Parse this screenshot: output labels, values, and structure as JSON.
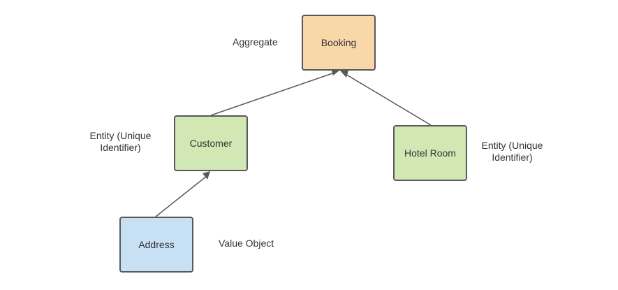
{
  "nodes": {
    "booking": {
      "label": "Booking",
      "fill": "#F8D7A8"
    },
    "customer": {
      "label": "Customer",
      "fill": "#D1E8B4"
    },
    "hotel_room": {
      "label": "Hotel Room",
      "fill": "#D1E8B4"
    },
    "address": {
      "label": "Address",
      "fill": "#C7E0F4"
    }
  },
  "annotations": {
    "aggregate": "Aggregate",
    "customer_entity_line1": "Entity (Unique",
    "customer_entity_line2": "Identifier)",
    "hotel_entity_line1": "Entity (Unique",
    "hotel_entity_line2": "Identifier)",
    "value_object": "Value Object"
  },
  "edges": [
    {
      "from": "customer",
      "to": "booking"
    },
    {
      "from": "hotel_room",
      "to": "booking"
    },
    {
      "from": "address",
      "to": "customer"
    }
  ],
  "colors": {
    "stroke": "#595959",
    "aggregate_fill": "#F8D7A8",
    "entity_fill": "#D1E8B4",
    "value_object_fill": "#C7E0F4"
  }
}
